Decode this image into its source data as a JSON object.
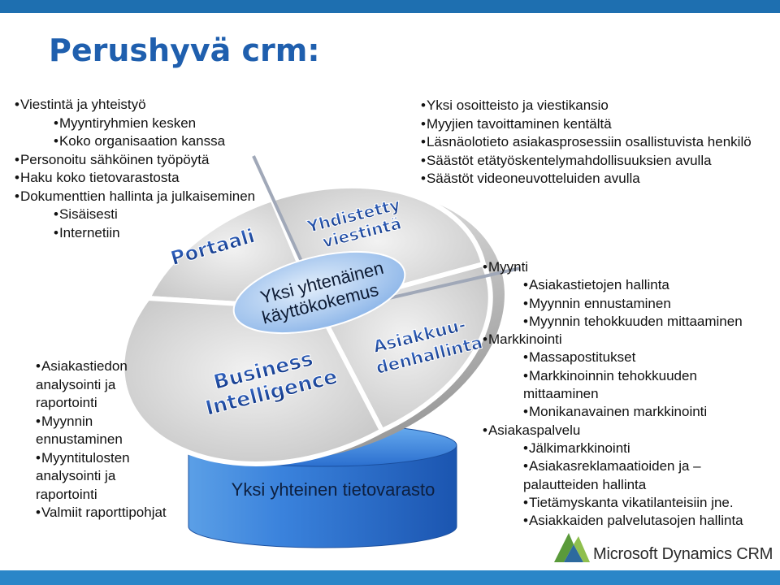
{
  "title": "Perushyvä crm:",
  "top_left_list": [
    {
      "text": "Viestintä ja yhteistyö",
      "level": 0
    },
    {
      "text": "Myyntiryhmien kesken",
      "level": 1
    },
    {
      "text": "Koko organisaation kanssa",
      "level": 1
    },
    {
      "text": "Personoitu sähköinen työpöytä",
      "level": 0
    },
    {
      "text": "Haku koko tietovarastosta",
      "level": 0
    },
    {
      "text": "Dokumenttien hallinta ja julkaiseminen",
      "level": 0
    },
    {
      "text": "Sisäisesti",
      "level": 1
    },
    {
      "text": "Internetiin",
      "level": 1
    }
  ],
  "top_right_list": [
    "Yksi osoitteisto ja viestikansio",
    "Myyjien tavoittaminen kentältä",
    "Läsnäolotieto asiakasprosessiin osallistuvista henkilö",
    "Säästöt etätyöskentelymahdollisuuksien avulla",
    "Säästöt videoneuvotteluiden avulla"
  ],
  "bottom_left_list": [
    {
      "text": "Asiakastiedon",
      "cont": false
    },
    {
      "text": "analysointi ja",
      "cont": true
    },
    {
      "text": "raportointi",
      "cont": true
    },
    {
      "text": "Myynnin",
      "cont": false
    },
    {
      "text": "ennustaminen",
      "cont": true
    },
    {
      "text": "Myyntitulosten",
      "cont": false
    },
    {
      "text": "analysointi ja",
      "cont": true
    },
    {
      "text": "raportointi",
      "cont": true
    },
    {
      "text": "Valmiit raporttipohjat",
      "cont": false
    }
  ],
  "bottom_right_list": [
    {
      "text": "Myynti",
      "level": 0
    },
    {
      "text": "Asiakastietojen hallinta",
      "level": 1
    },
    {
      "text": "Myynnin ennustaminen",
      "level": 1
    },
    {
      "text": "Myynnin tehokkuuden mittaaminen",
      "level": 1
    },
    {
      "text": "Markkinointi",
      "level": 0
    },
    {
      "text": "Massapostitukset",
      "level": 1
    },
    {
      "text": "Markkinoinnin tehokkuuden",
      "level": 1
    },
    {
      "text": "mittaaminen",
      "level": 1,
      "cont": true
    },
    {
      "text": "Monikanavainen markkinointi",
      "level": 1
    },
    {
      "text": "Asiakaspalvelu",
      "level": 0
    },
    {
      "text": "Jälkimarkkinointi",
      "level": 1
    },
    {
      "text": "Asiakasreklamaatioiden ja –",
      "level": 1
    },
    {
      "text": "palautteiden hallinta",
      "level": 1,
      "cont": true
    },
    {
      "text": "Tietämyskanta vikatilanteisiin jne.",
      "level": 1
    },
    {
      "text": "Asiakkaiden palvelutasojen hallinta",
      "level": 1
    }
  ],
  "diagram": {
    "quadrant_portaali": "Portaali",
    "quadrant_viestinta_line1": "Yhdistetty",
    "quadrant_viestinta_line2": "viestintä",
    "quadrant_bi_line1": "Business",
    "quadrant_bi_line2": "Intelligence",
    "quadrant_asiakkuus_line1": "Asiakkuu-",
    "quadrant_asiakkuus_line2": "denhallinta",
    "center_line1": "Yksi yhtenäinen",
    "center_line2": "käyttökokemus",
    "database_label": "Yksi yhteinen tietovarasto"
  },
  "logo": {
    "text": "Microsoft Dynamics CRM",
    "icon": "dynamics-crm-logo-icon"
  },
  "colors": {
    "title": "#1f5fae",
    "top_bar": "#1e6fb0",
    "bottom_bar": "#2a86c8",
    "database": "#2a6fd0",
    "quadrant_fill": "#d6d6d6",
    "center_ellipse": "#a9c8ef"
  }
}
